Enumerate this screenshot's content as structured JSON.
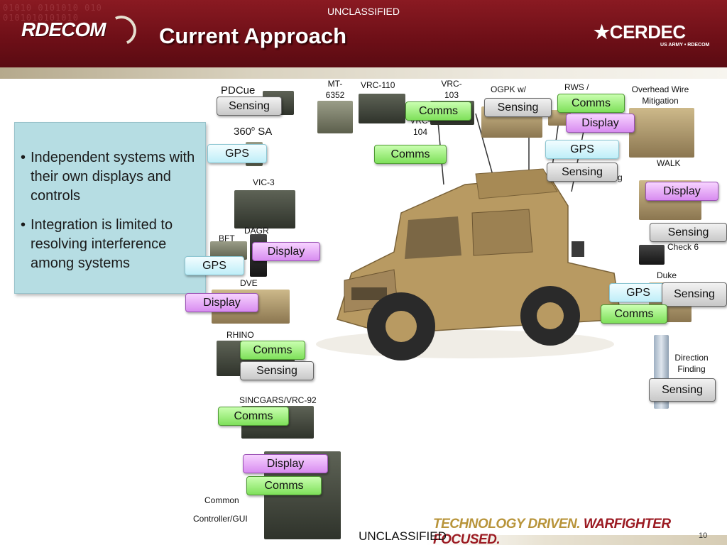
{
  "header": {
    "classification": "UNCLASSIFIED",
    "logo_left": "RDECOM",
    "title": "Current Approach",
    "logo_right": "★CERDEC",
    "logo_right_sub": "US ARMY • RDECOM",
    "binary_text": "01010 0101010 010\n0101010101010"
  },
  "bullets": [
    "Independent systems with their own displays and controls",
    "Integration is limited to resolving interference among systems"
  ],
  "labels": {
    "pdcue": "PDCue",
    "sa360_base": "360",
    "sa360_sup": "o",
    "sa360_tail": " SA",
    "vic3": "VIC-3",
    "dagr": "DAGR",
    "bft": "BFT",
    "dve": "DVE",
    "rhino": "RHINO",
    "sincgars": "SINCGARS/VRC-92",
    "common": "Common",
    "controller": "Controller/GUI",
    "mt6352": "MT-\n6352",
    "vrc110": "VRC-110",
    "vrc103": "VRC-\n103",
    "vrc104": "VRC-\n104",
    "ogpk": "OGPK w/",
    "rws": "RWS /",
    "overhead": "Overhead Wire\nMitigation",
    "walk": "WALK",
    "g_fragment": "g",
    "check6": "Check 6",
    "duke": "Duke",
    "direction": "Direction\nFinding"
  },
  "tags": {
    "pdcue_sensing": "Sensing",
    "gps_left": "GPS",
    "bft_display": "Display",
    "bft_gps": "GPS",
    "dve_display": "Display",
    "rhino_comms": "Comms",
    "rhino_sensing": "Sensing",
    "sincgars_comms": "Comms",
    "common_display": "Display",
    "common_comms": "Comms",
    "vrc103_comms": "Comms",
    "vrc104_comms": "Comms",
    "ogpk_sensing": "Sensing",
    "rws_comms": "Comms",
    "rws_display": "Display",
    "rws_gps": "GPS",
    "rws_sensing": "Sensing",
    "walk_display": "Display",
    "check6_sensing": "Sensing",
    "duke_gps": "GPS",
    "duke_sensing": "Sensing",
    "duke_comms": "Comms",
    "df_sensing": "Sensing"
  },
  "footer": {
    "slogan_part1": "TECHNOLOGY DRIVEN. ",
    "slogan_part2": "WARFIGHTER FOCUSED.",
    "classification": "UNCLASSIFIED",
    "page": "10"
  },
  "colors": {
    "banner": "#6d0f17",
    "bullet_box": "#b6dde3",
    "sensing_tag": "#c8c8c8",
    "comms_tag": "#7ee05a",
    "display_tag": "#d88cf0",
    "gps_tag": "#bfeef8",
    "vehicle": "#b89a62"
  }
}
